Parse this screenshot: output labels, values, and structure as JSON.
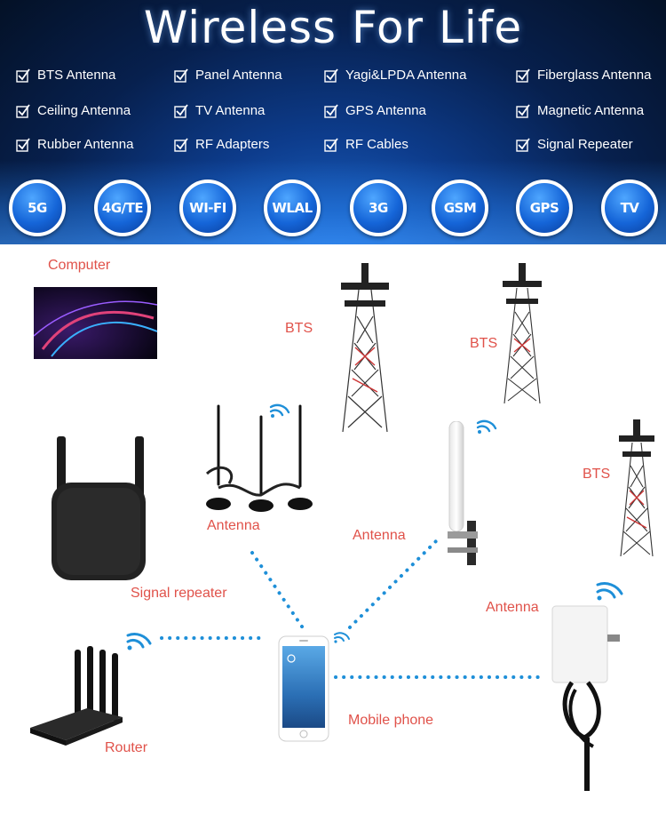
{
  "banner": {
    "title": "Wireless For Life",
    "features": [
      "BTS Antenna",
      "Panel Antenna",
      "Yagi&LPDA Antenna",
      "Fiberglass Antenna",
      "Ceiling Antenna",
      "TV Antenna",
      "GPS Antenna",
      "Magnetic Antenna",
      "Rubber Antenna",
      "RF Adapters",
      "RF Cables",
      "Signal Repeater"
    ],
    "badges": [
      "5G",
      "4G/TE",
      "WI-FI",
      "WLAL",
      "3G",
      "GSM",
      "GPS",
      "TV"
    ]
  },
  "diagram": {
    "computer": "Computer",
    "bts1": "BTS",
    "bts2": "BTS",
    "bts3": "BTS",
    "antenna_magnetic": "Antenna",
    "antenna_fiberglass": "Antenna",
    "antenna_panel": "Antenna",
    "signal_repeater": "Signal repeater",
    "router": "Router",
    "mobile_phone": "Mobile phone"
  },
  "colors": {
    "label": "#e0524a",
    "link": "#1e8fd8",
    "badge": "#1565d8"
  }
}
